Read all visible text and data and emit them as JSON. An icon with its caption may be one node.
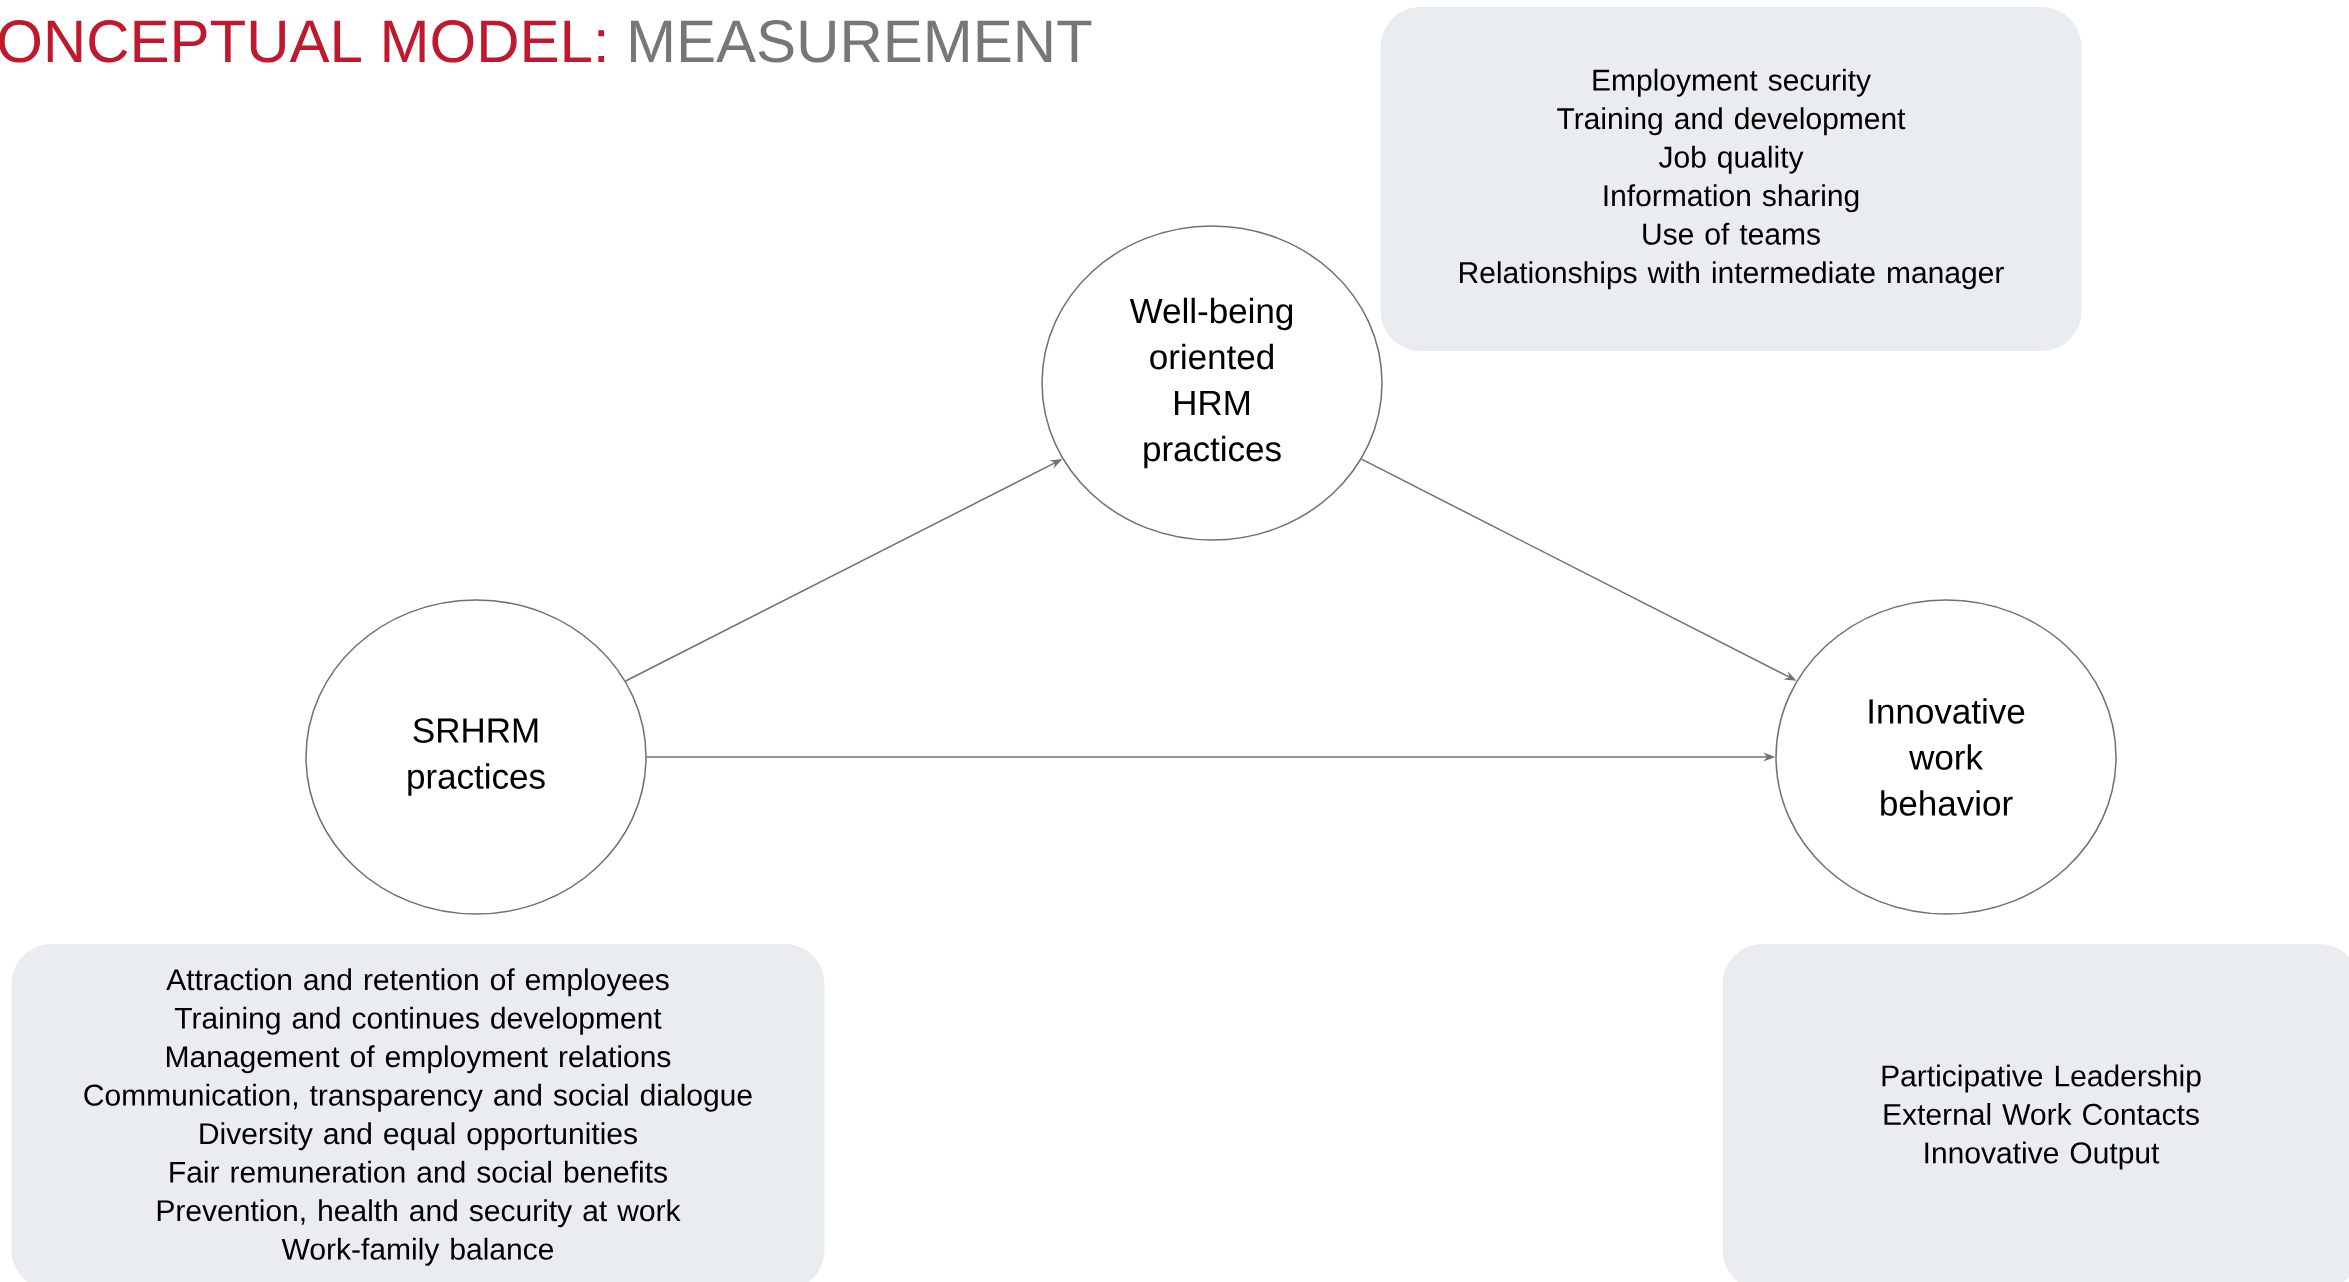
{
  "diagram": {
    "title": "ONCEPTUAL MODEL:",
    "labels": [
      "MEASUREMENT"
    ],
    "nodes": [
      {
        "text": [
          "Employment security",
          "Training and development",
          "Job quality",
          "Information sharing",
          "Use of teams",
          "Relationships with intermediate manager"
        ]
      },
      {
        "text": [
          "Well-being oriented HRM practices"
        ]
      },
      {
        "text": [
          "SRHRM practices"
        ]
      },
      {
        "text": [
          "Innovative work behavior"
        ]
      },
      {
        "text": [
          "Attraction and retention of employees",
          "Training and continues development",
          "Management of employment relations",
          "Communication, transparency and social dialogue",
          "Diversity and equal opportunities",
          "Fair remuneration and social benefits",
          "Prevention, health and security at work",
          "Work-family balance"
        ]
      },
      {
        "text": [
          "Participative Leadership",
          "External Work Contacts",
          "Innovative Output"
        ]
      }
    ],
    "edges": [
      {
        "from": 2,
        "to": 1,
        "arrow": "to"
      },
      {
        "from": 1,
        "to": 3,
        "arrow": "to"
      },
      {
        "from": 2,
        "to": 3,
        "arrow": "to"
      }
    ]
  }
}
